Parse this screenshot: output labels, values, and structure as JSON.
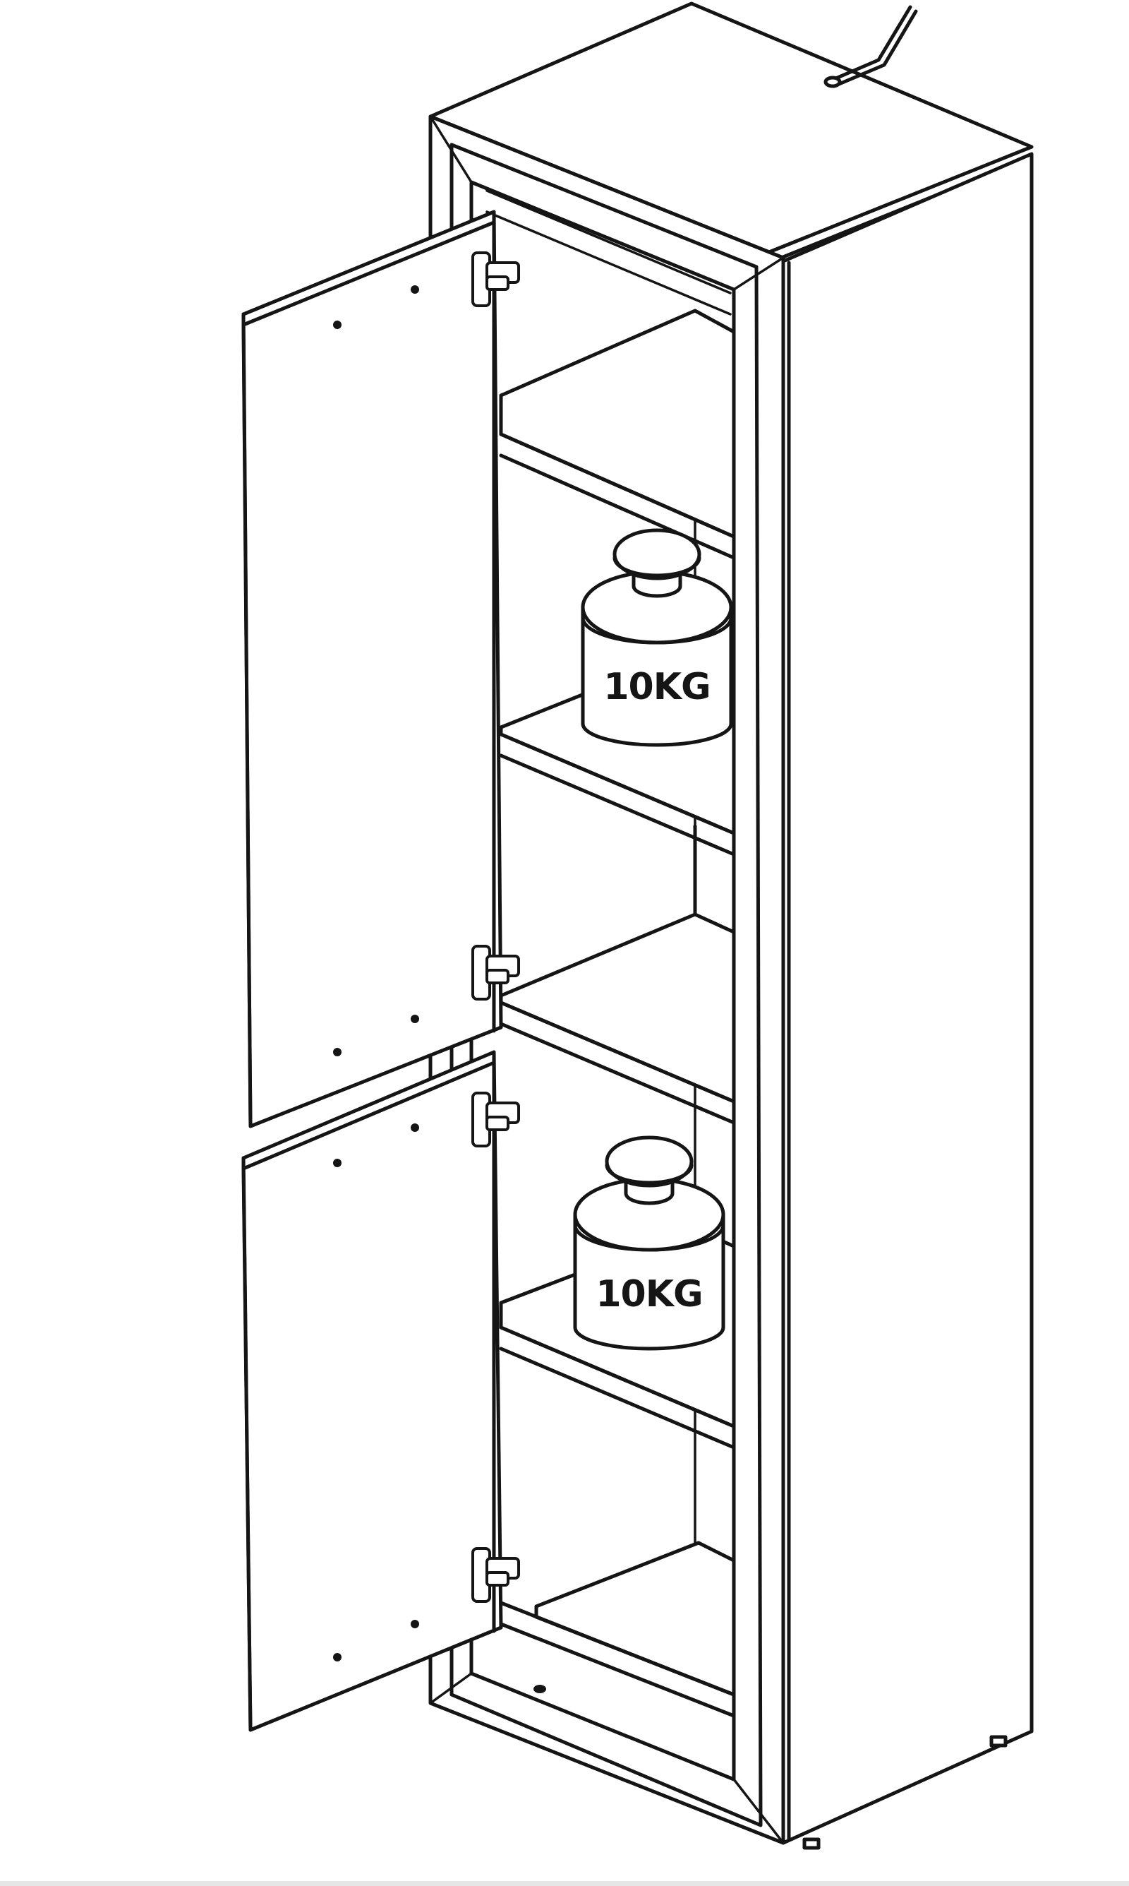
{
  "diagram": {
    "subject": "cabinet-with-two-open-doors",
    "line_color": "#151515",
    "background": "#ffffff",
    "weights": [
      {
        "label": "10KG",
        "shelf": "upper-compartment"
      },
      {
        "label": "10KG",
        "shelf": "lower-compartment"
      }
    ]
  }
}
